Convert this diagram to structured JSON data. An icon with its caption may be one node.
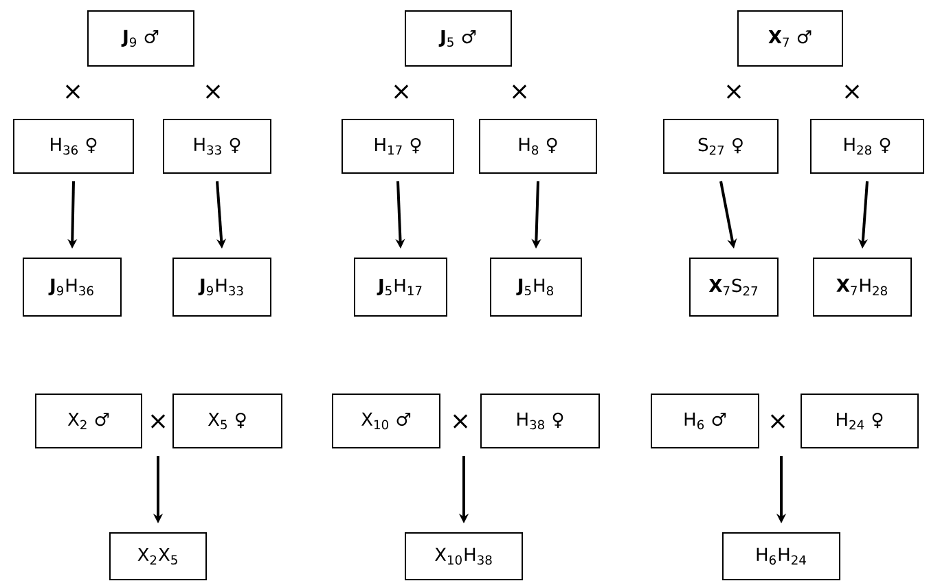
{
  "diagram": {
    "nodes": [
      {
        "text": [
          "**J**$_{9}$ ♂"
        ]
      },
      {
        "text": [
          "**J**$_{5}$ ♂"
        ]
      },
      {
        "text": [
          "**X**$_{7}$ ♂"
        ]
      },
      {
        "text": [
          "H$_{36}$ ♀"
        ]
      },
      {
        "text": [
          "H$_{33}$ ♀"
        ]
      },
      {
        "text": [
          "H$_{17}$ ♀"
        ]
      },
      {
        "text": [
          "H$_{8}$ ♀"
        ]
      },
      {
        "text": [
          "S$_{27}$ ♀"
        ]
      },
      {
        "text": [
          "H$_{28}$ ♀"
        ]
      },
      {
        "text": [
          "**J**$_{9}$H$_{36}$"
        ]
      },
      {
        "text": [
          "**J**$_{9}$H$_{33}$"
        ]
      },
      {
        "text": [
          "**J**$_{5}$H$_{17}$"
        ]
      },
      {
        "text": [
          "**J**$_{5}$H$_{8}$"
        ]
      },
      {
        "text": [
          "**X**$_{7}$S$_{27}$"
        ]
      },
      {
        "text": [
          "**X**$_{7}$H$_{28}$"
        ]
      },
      {
        "text": [
          "X$_{2}$ ♂"
        ]
      },
      {
        "text": [
          "X$_{5}$ ♀"
        ]
      },
      {
        "text": [
          "X$_{10}$ ♂"
        ]
      },
      {
        "text": [
          "H$_{38}$ ♀"
        ]
      },
      {
        "text": [
          "H$_{6}$ ♂"
        ]
      },
      {
        "text": [
          "H$_{24}$ ♀"
        ]
      },
      {
        "text": [
          "X$_{2}$X$_{5}$"
        ]
      },
      {
        "text": [
          "X$_{10}$H$_{38}$"
        ]
      },
      {
        "text": [
          "H$_{6}$H$_{24}$"
        ]
      }
    ],
    "edges": [
      {
        "from": 3,
        "to": 9,
        "arrow": "to"
      },
      {
        "from": 4,
        "to": 10,
        "arrow": "to"
      },
      {
        "from": 5,
        "to": 11,
        "arrow": "to"
      },
      {
        "from": 6,
        "to": 12,
        "arrow": "to"
      },
      {
        "from": 7,
        "to": 13,
        "arrow": "to"
      },
      {
        "from": 8,
        "to": 14,
        "arrow": "to"
      },
      {
        "from": null,
        "to": 21,
        "arrow": "to"
      },
      {
        "from": null,
        "to": 22,
        "arrow": "to"
      },
      {
        "from": null,
        "to": 23,
        "arrow": "to"
      }
    ],
    "labels": [
      "×",
      "×",
      "×",
      "×",
      "×",
      "×",
      "×",
      "×",
      "×"
    ]
  }
}
